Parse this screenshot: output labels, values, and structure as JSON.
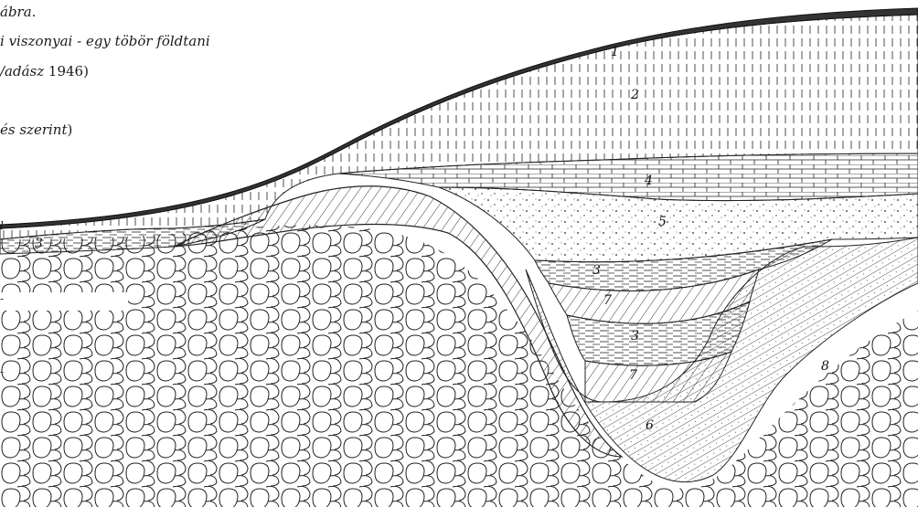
{
  "caption": {
    "line1": "ábra.",
    "line2": "i viszonyai - egy töbör földtani",
    "line3_italic": "/adász",
    "line3_year": " 1946)",
    "line4_italic": "és szerint",
    "line4_end": ")"
  },
  "layer_labels": [
    "1",
    "2",
    "3",
    "4",
    "5",
    "3",
    "7",
    "3",
    "7",
    "6",
    "8"
  ],
  "stray_marks": [
    "l",
    "-",
    "-"
  ],
  "colors": {
    "ink": "#1a1a1a",
    "paper": "#ffffff"
  }
}
